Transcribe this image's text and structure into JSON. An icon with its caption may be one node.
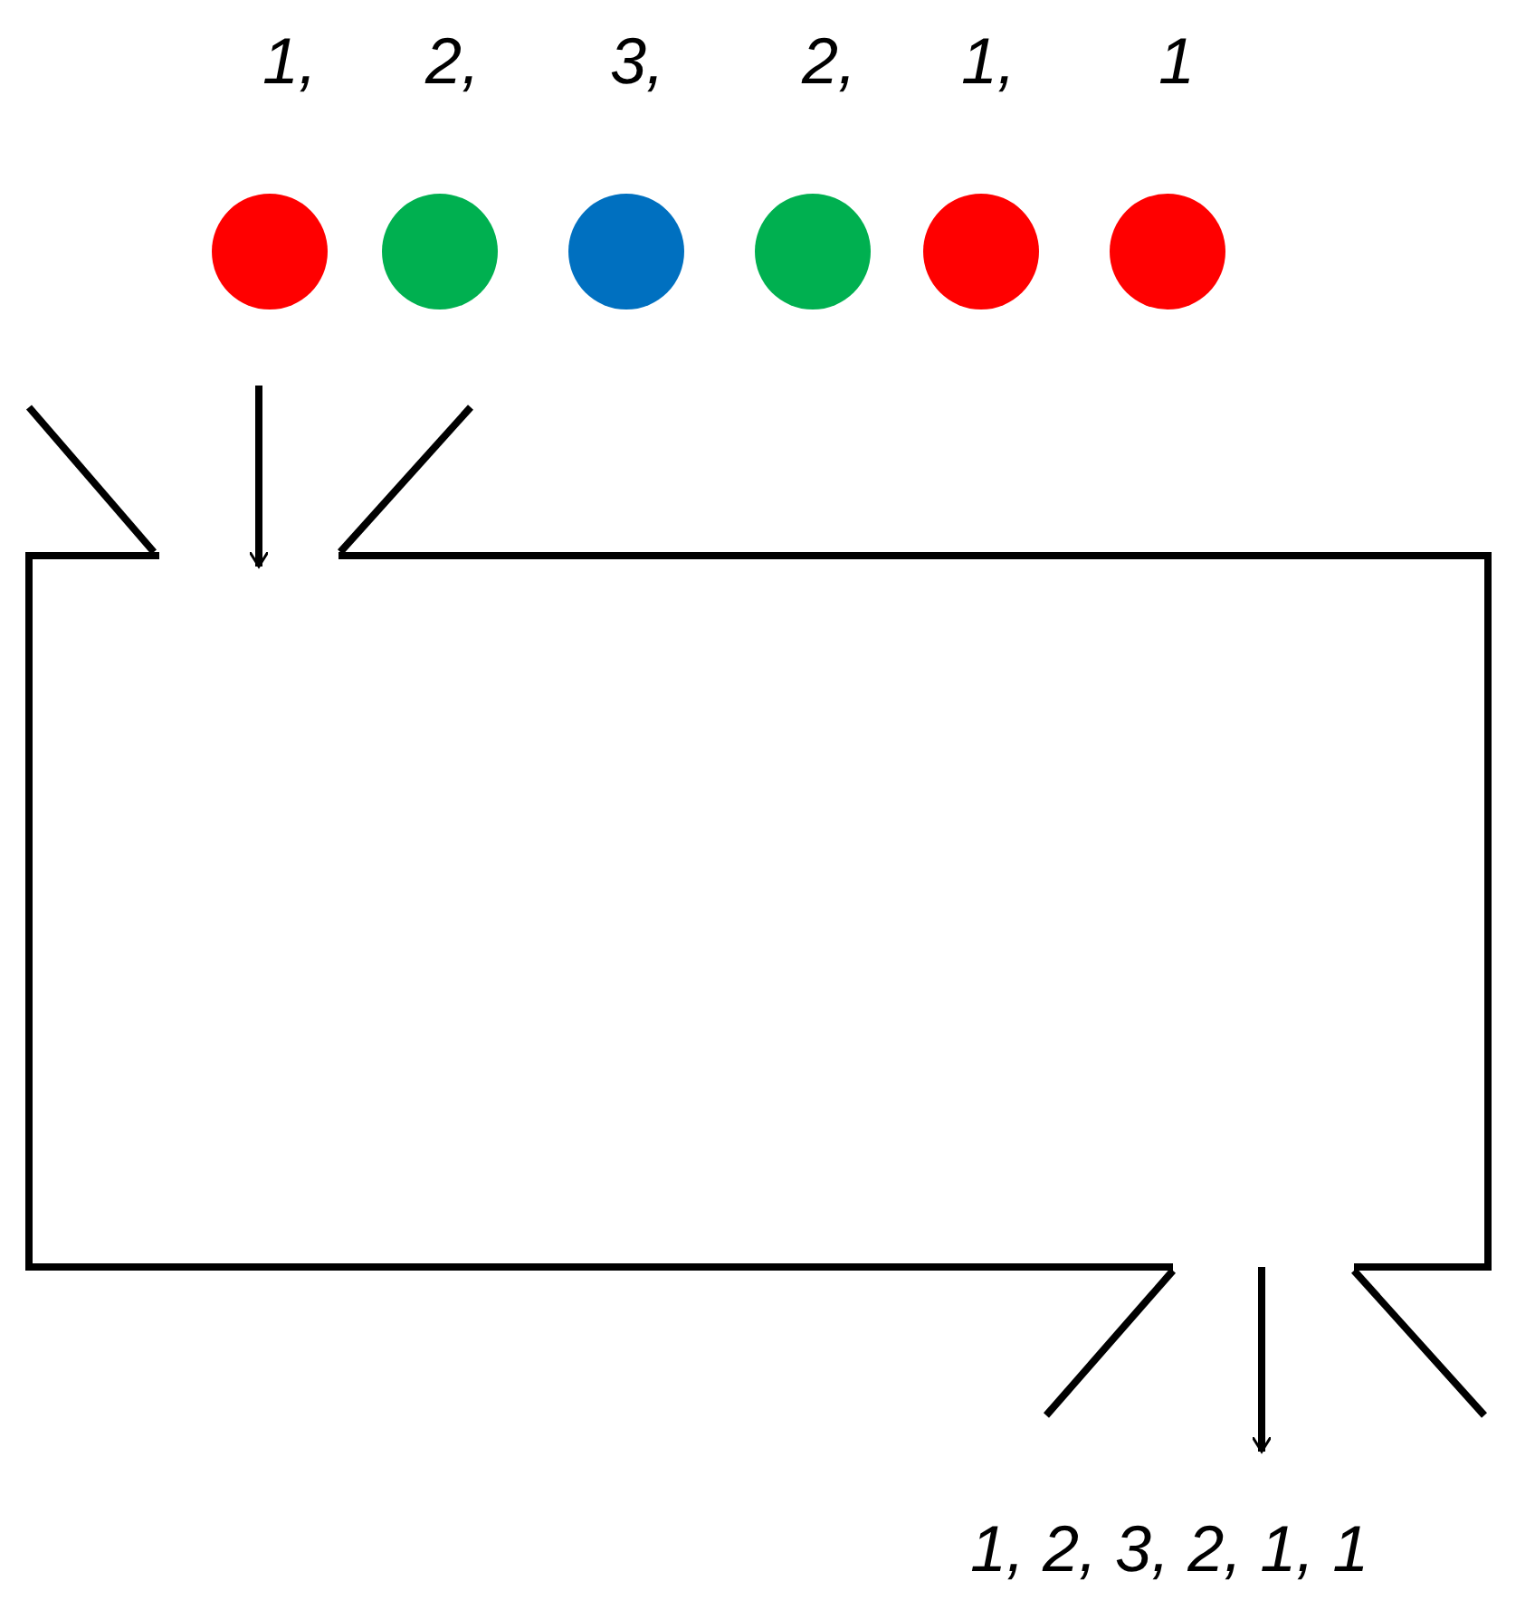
{
  "diagram": {
    "nodes": [
      {
        "text": [
          "1,"
        ]
      },
      {
        "text": [
          "2,"
        ]
      },
      {
        "text": [
          "3,"
        ]
      },
      {
        "text": [
          "2,"
        ]
      },
      {
        "text": [
          "1,"
        ]
      },
      {
        "text": [
          "1"
        ]
      },
      {
        "text": [],
        "shape": "box"
      },
      {
        "text": [
          "1, 2, 3, 2, 1, 1"
        ]
      }
    ],
    "edges": [
      {
        "from": null,
        "to": 6,
        "arrow": "to"
      },
      {
        "from": 6,
        "to": 7,
        "arrow": "to"
      }
    ]
  }
}
